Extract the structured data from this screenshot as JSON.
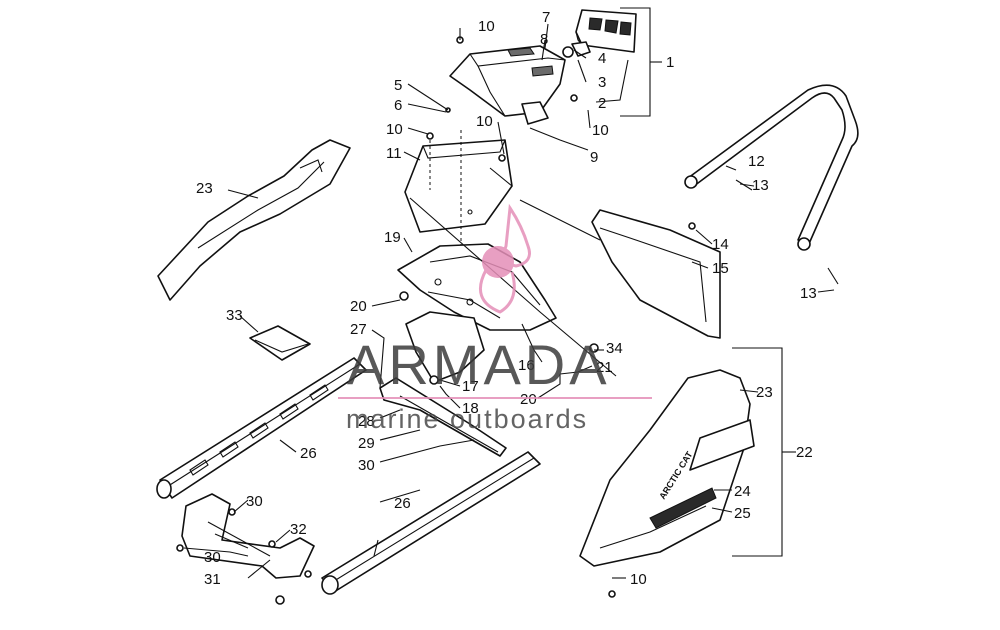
{
  "diagram": {
    "callouts": {
      "c1": "1",
      "c2": "2",
      "c3": "3",
      "c4": "4",
      "c5": "5",
      "c6": "6",
      "c7": "7",
      "c8": "8",
      "c9": "9",
      "c10a": "10",
      "c10b": "10",
      "c10c": "10",
      "c10d": "10",
      "c10e": "10",
      "c11": "11",
      "c12": "12",
      "c13a": "13",
      "c13b": "13",
      "c14": "14",
      "c15": "15",
      "c16": "16",
      "c17": "17",
      "c18": "18",
      "c19": "19",
      "c20a": "20",
      "c20b": "20",
      "c21": "21",
      "c22": "22",
      "c23a": "23",
      "c23b": "23",
      "c24": "24",
      "c25": "25",
      "c26a": "26",
      "c26b": "26",
      "c27": "27",
      "c28": "28",
      "c29": "29",
      "c30a": "30",
      "c30b": "30",
      "c30c": "30",
      "c31": "31",
      "c32": "32",
      "c33": "33",
      "c34": "34"
    },
    "decal_text": "ARCTIC CAT"
  },
  "watermark": {
    "title": "ARMADA",
    "subtitle": "marine outboards",
    "logo_color": "#e58fb8",
    "line_color": "#e58fb8"
  }
}
